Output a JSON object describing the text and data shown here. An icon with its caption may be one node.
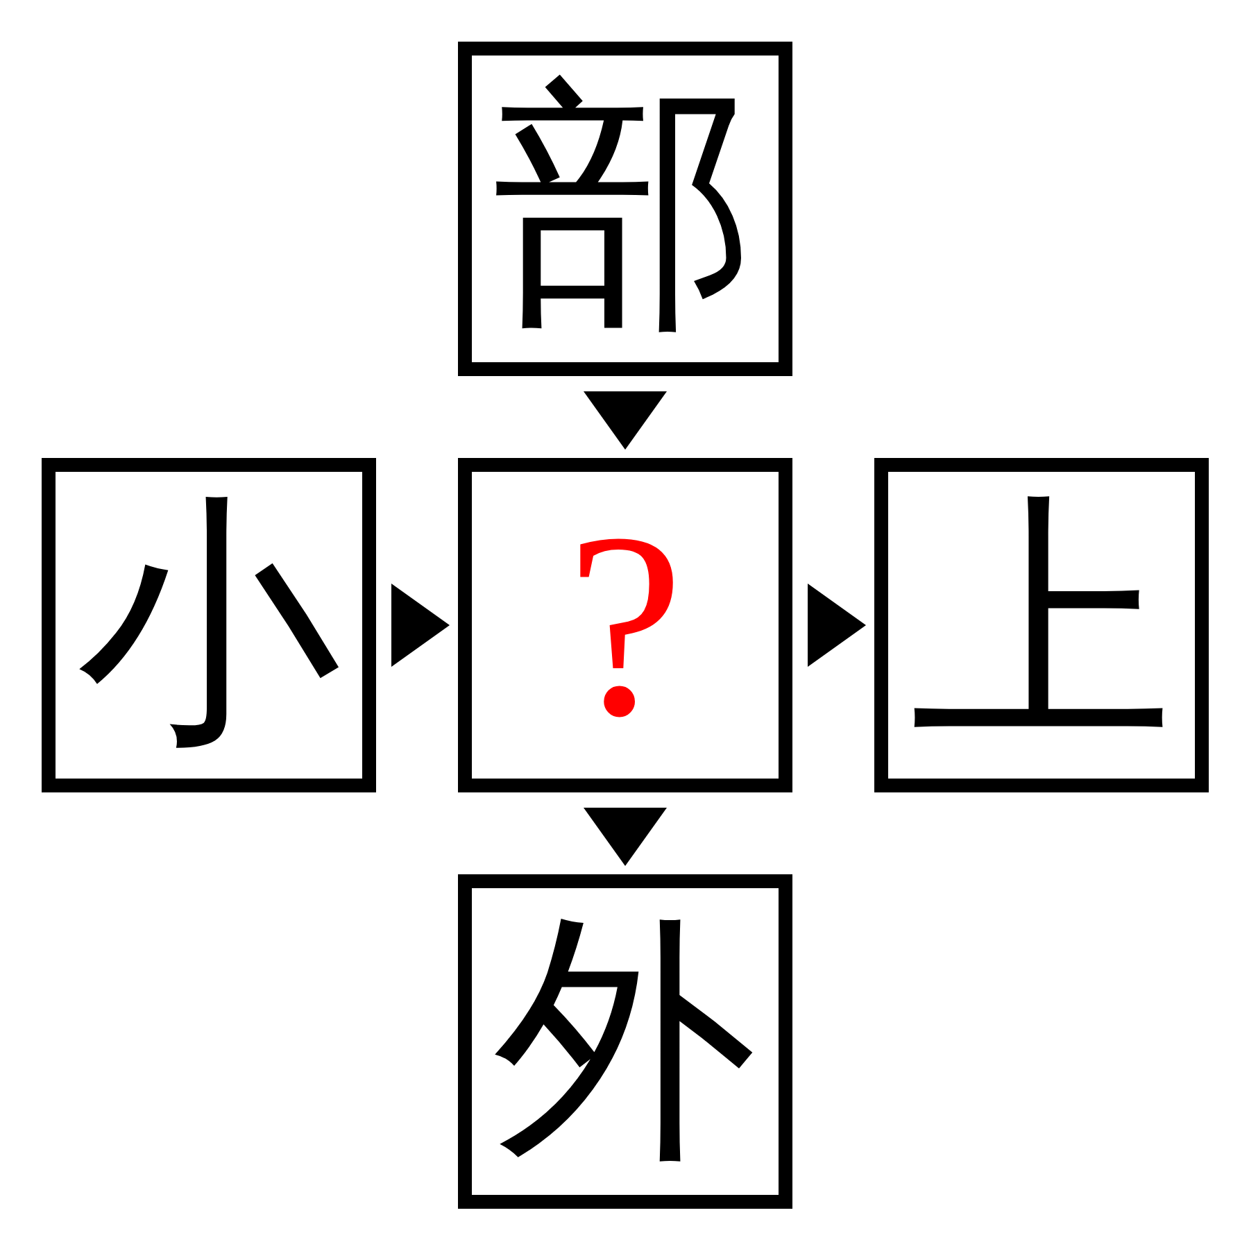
{
  "diagram": {
    "nodes": [
      {
        "text": [
          "部"
        ]
      },
      {
        "text": [
          "小"
        ]
      },
      {
        "text": [
          "?"
        ]
      },
      {
        "text": [
          "上"
        ]
      },
      {
        "text": [
          "外"
        ]
      }
    ],
    "edges": [
      {
        "from": 0,
        "to": 2,
        "arrow": "to"
      },
      {
        "from": 1,
        "to": 2,
        "arrow": "to"
      },
      {
        "from": 2,
        "to": 3,
        "arrow": "to"
      },
      {
        "from": 2,
        "to": 4,
        "arrow": "to"
      }
    ]
  }
}
